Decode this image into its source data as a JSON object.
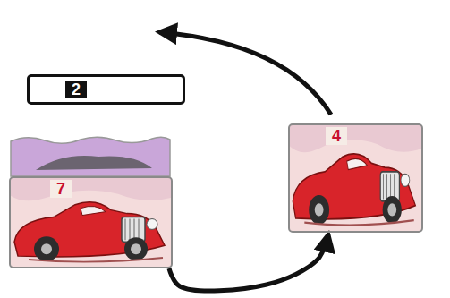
{
  "diagram": {
    "nodes": [
      {
        "text": [
          "2"
        ]
      },
      {
        "text": [
          "4"
        ]
      },
      {
        "text": [
          "7"
        ]
      }
    ],
    "edges": [
      {
        "from": 2,
        "to": 1,
        "arrow": "to"
      }
    ]
  }
}
